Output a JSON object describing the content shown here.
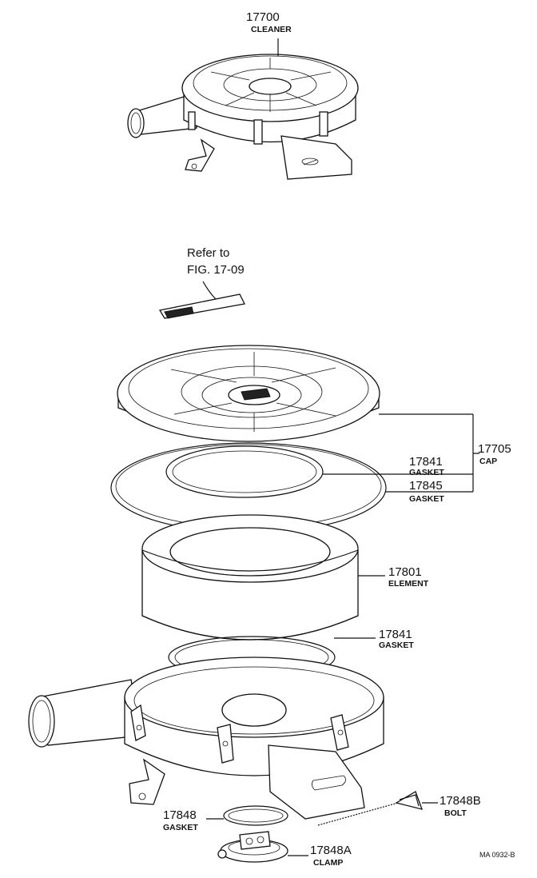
{
  "parts": {
    "cleaner": {
      "number": "17700",
      "name": "CLEANER"
    },
    "cap": {
      "number": "17705",
      "name": "CAP"
    },
    "gasket_inner": {
      "number": "17841",
      "name": "GASKET"
    },
    "gasket_outer": {
      "number": "17845",
      "name": "GASKET"
    },
    "element": {
      "number": "17801",
      "name": "ELEMENT"
    },
    "gasket_lower": {
      "number": "17841",
      "name": "GASKET"
    },
    "gasket_small": {
      "number": "17848",
      "name": "GASKET"
    },
    "bolt": {
      "number": "17848B",
      "name": "BOLT"
    },
    "clamp": {
      "number": "17848A",
      "name": "CLAMP"
    }
  },
  "reference": {
    "line1": "Refer to",
    "line2": "FIG. 17-09"
  },
  "figure_code": "MA  0932-B"
}
